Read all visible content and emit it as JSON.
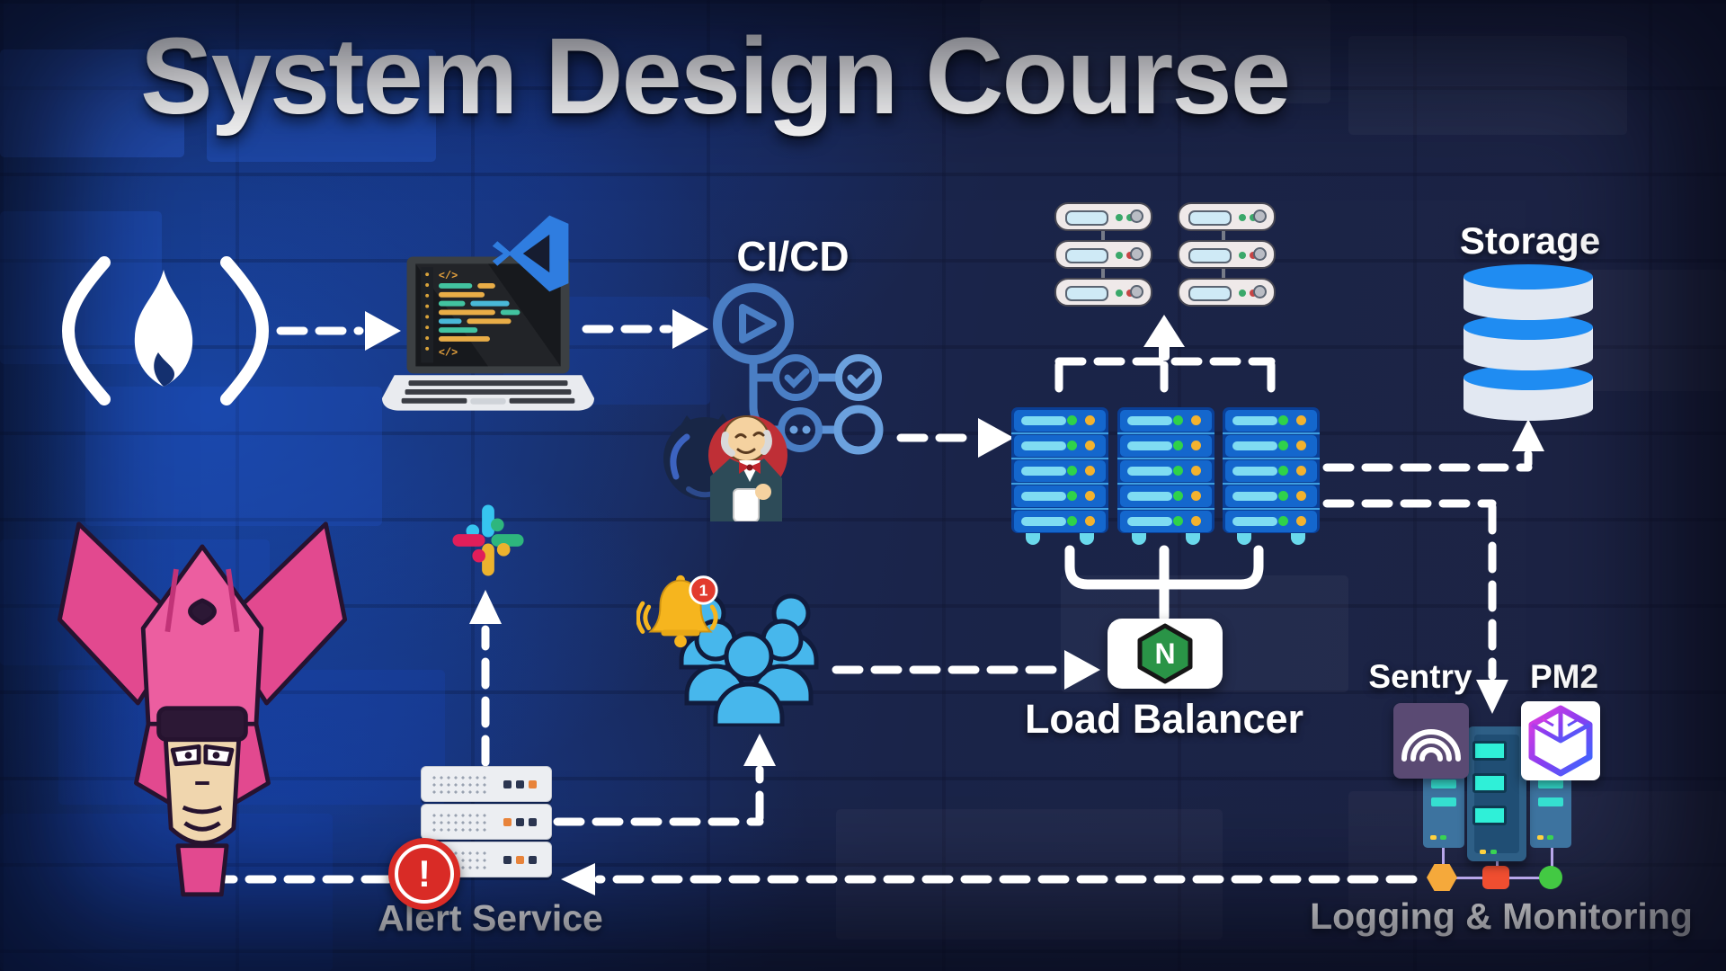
{
  "title": "System Design Course",
  "flow": {
    "cicd_label": "CI/CD",
    "storage_label": "Storage",
    "load_balancer_label": "Load Balancer",
    "sentry_label": "Sentry",
    "pm2_label": "PM2",
    "alert_service_label": "Alert Service",
    "logging_label": "Logging & Monitoring"
  },
  "glyphs": {
    "nginx_letter": "N",
    "alert_exclamation": "!",
    "bell_badge_count": "1",
    "code_tag": "</>"
  },
  "icons": {
    "freecodecamp-logo": "white flame inside parentheses",
    "laptop-code-icon": "laptop showing code editor",
    "vscode-logo": "blue VS Code mark",
    "cicd-pipeline-icon": "pipeline of circles with play and checkmarks",
    "jenkins-mascot": "Jenkins butler with cup",
    "github-logo": "dark octocat circle",
    "rack-mini-servers-icon": "two columns of small rack units",
    "server-cluster-icon": "three blue server towers",
    "storage-database-icon": "stacked blue database cylinders",
    "nginx-logo": "green N hexagon on white card",
    "users-group-icon": "crowd of blue user silhouettes",
    "notification-bell-icon": "gold bell with red badge",
    "slack-logo": "four-color Slack pinwheel",
    "alert-servers-icon": "stacked grey servers with red alert",
    "galactus-illustration": "pink comic Galactus head",
    "sentry-logo": "purple square with white arcs",
    "pm2-logo": "white square with gradient cube",
    "monitoring-rack-icon": "server rack wired to colored status nodes",
    "dashed-arrow": "white dashed connector arrow"
  },
  "colors": {
    "background_navy": "#1d2342",
    "brick_blue": "#1e3f96",
    "text_white": "#ffffff",
    "arrow_white": "#ffffff",
    "server_blue": "#1467cd",
    "server_cyan": "#7fdcf2",
    "storage_blue": "#1f8cf2",
    "nginx_green": "#2a9447",
    "bell_gold": "#f6b51e",
    "alert_red": "#d92b26",
    "users_blue": "#47b7ec",
    "galactus_pink": "#e2498f",
    "sentry_purple": "#5a4a73",
    "monitor_teal": "#2ff0d8",
    "slack_blue": "#36C5F0",
    "slack_green": "#2EB67D",
    "slack_yellow": "#ECB22E",
    "slack_red": "#E01E5A"
  }
}
